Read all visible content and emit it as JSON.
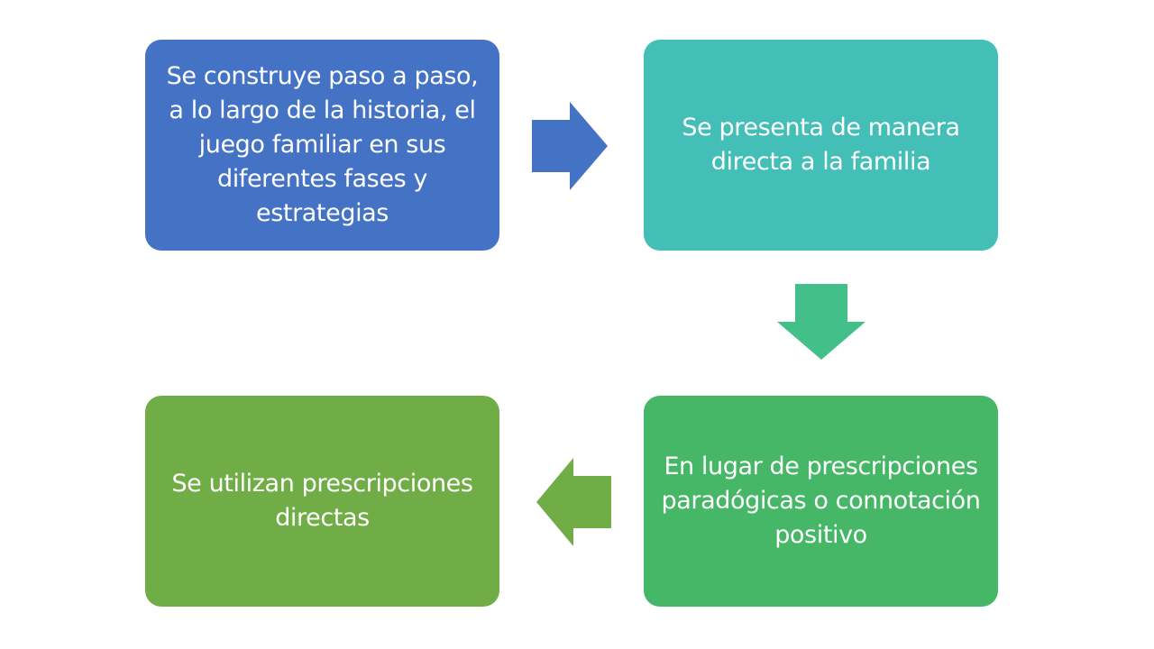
{
  "diagram": {
    "boxes": [
      {
        "text": "Se construye paso a paso, a lo largo de la historia, el juego familiar en sus diferentes fases y estrategias",
        "color": "#4472C4"
      },
      {
        "text": "Se presenta de manera directa a la familia",
        "color": "#43BFB7"
      },
      {
        "text": "En lugar de prescripciones paradógicas o connotación positivo",
        "color": "#45B766"
      },
      {
        "text": "Se utilizan prescripciones directas",
        "color": "#70AD47"
      }
    ],
    "arrows": [
      {
        "from": 0,
        "to": 1,
        "direction": "right",
        "color": "#4472C4"
      },
      {
        "from": 1,
        "to": 2,
        "direction": "down",
        "color": "#43BF8A"
      },
      {
        "from": 2,
        "to": 3,
        "direction": "left",
        "color": "#70AD47"
      }
    ]
  }
}
